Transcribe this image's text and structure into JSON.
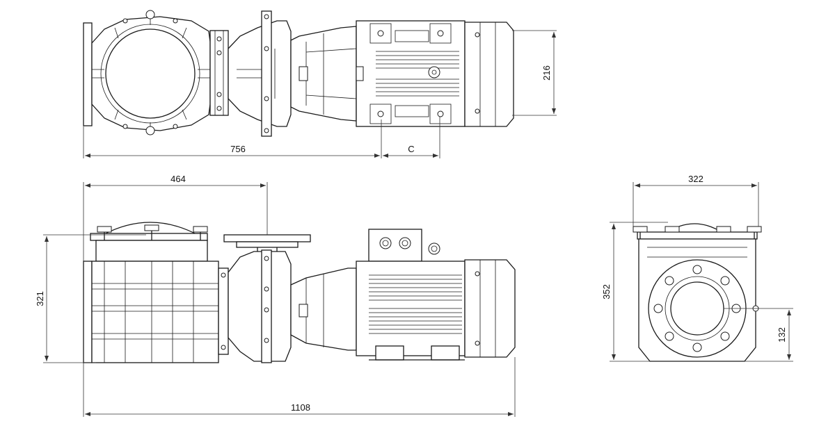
{
  "dimensions": {
    "top_length": "756",
    "top_c": "C",
    "top_height": "216",
    "front_flange": "464",
    "front_height": "321",
    "overall_length": "1108",
    "side_width": "322",
    "side_height": "352",
    "side_axis": "132"
  }
}
